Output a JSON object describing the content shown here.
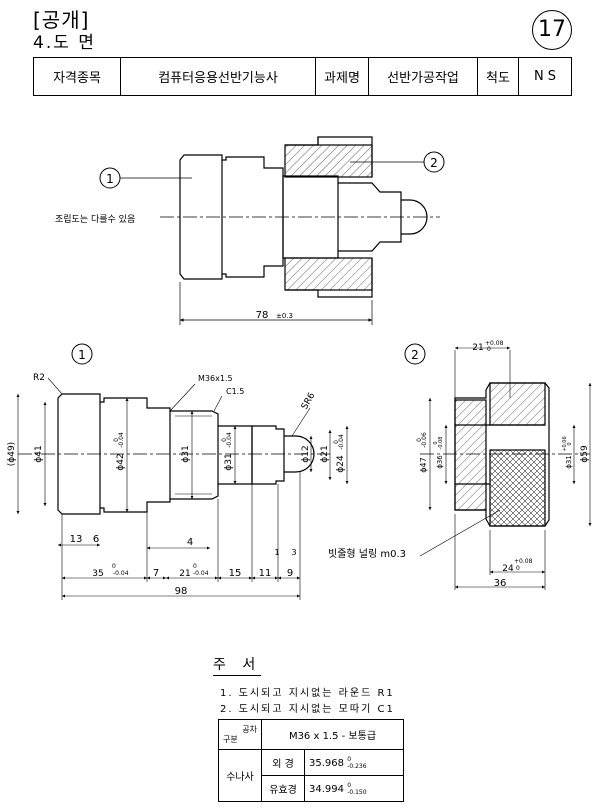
{
  "header": {
    "category": "[공개]",
    "section": "4.도 면",
    "sheet_number": "17"
  },
  "title_block": {
    "qual_label": "자격종목",
    "qual_value": "컴퓨터응용선반기능사",
    "task_label": "과제명",
    "task_value": "선반가공작업",
    "scale_label": "척도",
    "scale_value": "N S"
  },
  "assembly": {
    "part1": "1",
    "part2": "2",
    "note": "조립도는 다를수 있음",
    "length": "78",
    "length_tol": "±0.3"
  },
  "part1": {
    "label": "1",
    "r2": "R2",
    "thread": "M36x1.5",
    "c15": "C1.5",
    "sr6": "SR6",
    "d49": "(ϕ49)",
    "d41": "ϕ41",
    "d42": "ϕ42",
    "d42_tol": "-0.04",
    "d31": "ϕ31",
    "d31b": "ϕ31",
    "d31b_tol": "-0.04",
    "d12": "ϕ12",
    "d21": "ϕ21",
    "d24": "ϕ24",
    "d24_tol": "-0.04",
    "zero": "0",
    "l13": "13",
    "l6": "6",
    "l4": "4",
    "l1": "1",
    "l3": "3",
    "l35": "35",
    "l35_tol": "-0.04",
    "l7": "7",
    "l21": "21",
    "l21_tol": "-0.04",
    "l15": "15",
    "l11": "11",
    "l9": "9",
    "l98": "98"
  },
  "part2": {
    "label": "2",
    "l21": "21",
    "l21_tol": "+0.08",
    "d47": "ϕ47",
    "d47_tol": "-0.06",
    "d36": "ϕ36",
    "d36_tol": "-0.08",
    "d31": "ϕ31",
    "d31_tol": "+0.06",
    "d59": "ϕ59",
    "knurl": "빗줄형 널링 m0.3",
    "l24": "24",
    "l24_tol": "+0.08",
    "l36": "36",
    "zero": "0"
  },
  "notes": {
    "title": "주 서",
    "n1": "1. 도시되고 지시없는 라운드 R1",
    "n2": "2. 도시되고 지시없는 모따기 C1"
  },
  "tolerance_table": {
    "corner_top": "공차",
    "corner_bottom": "구분",
    "spec": "M36 x 1.5 - 보통급",
    "group": "수나사",
    "outer_label": "외  경",
    "outer_value": "35.968",
    "outer_upper": "0",
    "outer_lower": "-0.236",
    "eff_label": "유효경",
    "eff_value": "34.994",
    "eff_upper": "0",
    "eff_lower": "-0.150"
  }
}
